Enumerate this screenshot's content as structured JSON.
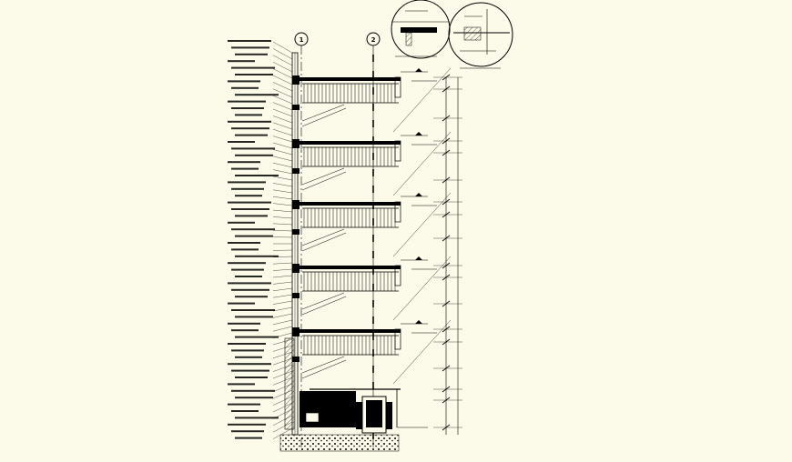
{
  "drawing": {
    "background": "#fcfbe9",
    "line_color": "#000000",
    "grid_axes": [
      {
        "label": "1"
      },
      {
        "label": "2"
      }
    ],
    "floor_count": 5,
    "has_detail_callouts": true
  }
}
